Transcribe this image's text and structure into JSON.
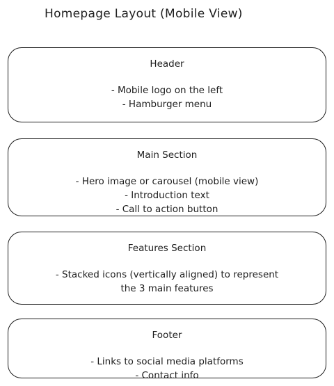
{
  "title": "Homepage Layout (Mobile View)",
  "sections": {
    "header": {
      "heading": "Header",
      "lines": [
        "- Mobile logo on the left",
        "- Hamburger menu"
      ]
    },
    "main": {
      "heading": "Main Section",
      "lines": [
        "- Hero image or carousel (mobile view)",
        "- Introduction text",
        "- Call to action button"
      ]
    },
    "features": {
      "heading": "Features Section",
      "lines": [
        "- Stacked icons (vertically aligned) to represent",
        "the 3 main features"
      ]
    },
    "footer": {
      "heading": "Footer",
      "lines": [
        "- Links to social media platforms",
        "- Contact info"
      ]
    }
  }
}
